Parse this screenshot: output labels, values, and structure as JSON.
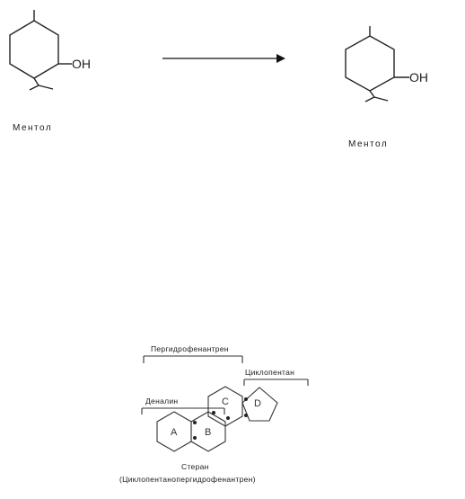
{
  "reaction": {
    "left_molecule": {
      "group": "OH",
      "name": "Ментол"
    },
    "right_molecule": {
      "group": "OH",
      "name": "Ментол"
    }
  },
  "sterane": {
    "bracket_labels": {
      "perhydrophenanthrene": "Пергидрофенантрен",
      "cyclopentane": "Циклопентан",
      "decalin": "Деналин"
    },
    "rings": {
      "a": "A",
      "b": "B",
      "c": "C",
      "d": "D"
    },
    "title": "Стеран",
    "subtitle": "(Циклопентанопергидрофенантрен)"
  }
}
